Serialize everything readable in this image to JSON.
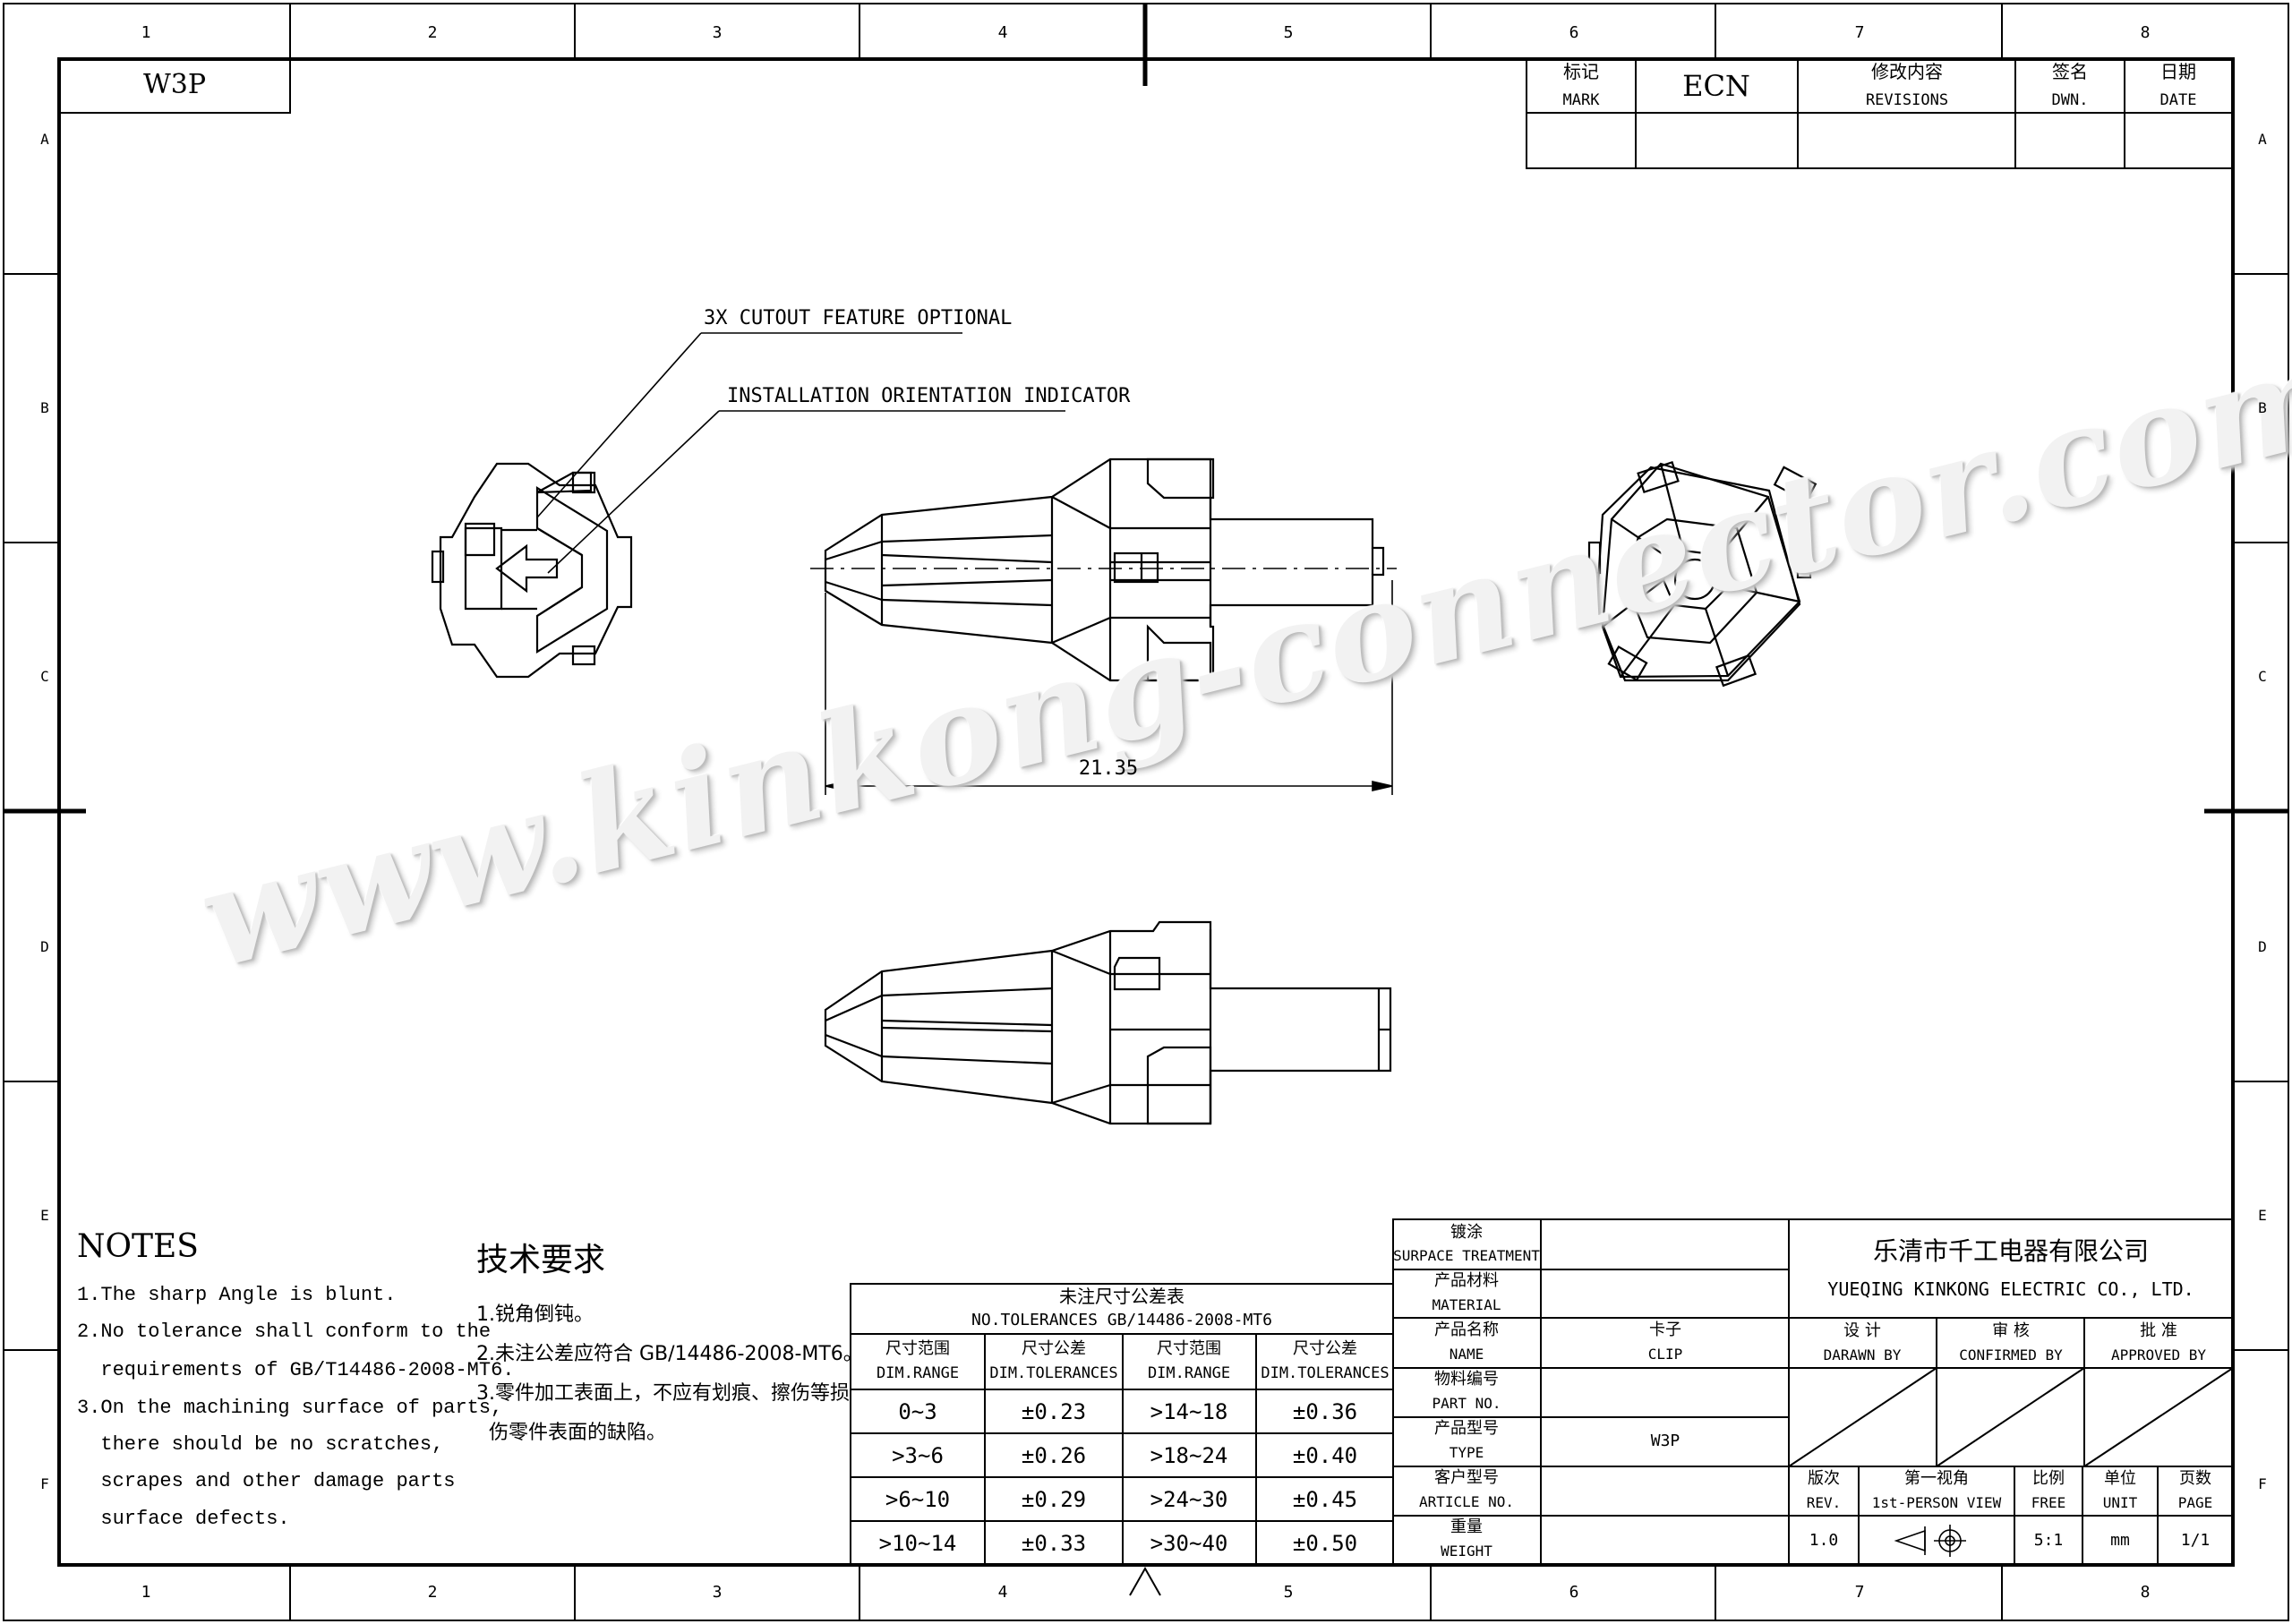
{
  "sheet": {
    "column_numbers": [
      "1",
      "2",
      "3",
      "4",
      "5",
      "6",
      "7",
      "8"
    ],
    "row_letters": [
      "A",
      "B",
      "C",
      "D",
      "E",
      "F"
    ]
  },
  "title_block_left": "W3P",
  "revision_table": {
    "mark_cn": "标记",
    "mark_en": "MARK",
    "ecn": "ECN",
    "revisions_cn": "修改内容",
    "revisions_en": "REVISIONS",
    "dwn_cn": "签名",
    "dwn_en": "DWN.",
    "date_cn": "日期",
    "date_en": "DATE"
  },
  "callouts": {
    "cutout": "3X CUTOUT FEATURE OPTIONAL",
    "orientation": "INSTALLATION ORIENTATION INDICATOR"
  },
  "dimension": "21.35",
  "watermark": "www.kinkong-connector.com",
  "notes": {
    "title": "NOTES",
    "lines": [
      "1.The sharp Angle is blunt.",
      "2.No tolerance shall conform to the",
      "  requirements of GB/T14486-2008-MT6.",
      "3.On the machining surface of parts,",
      "  there should be no scratches,",
      "  scrapes and other damage parts",
      "  surface defects."
    ]
  },
  "requirements": {
    "title": "技术要求",
    "lines": [
      "1.锐角倒钝。",
      "2.未注公差应符合 GB/14486-2008-MT6。",
      "3.零件加工表面上，不应有划痕、擦伤等损",
      "  伤零件表面的缺陷。"
    ]
  },
  "tolerance_table": {
    "title_cn": "未注尺寸公差表",
    "title_en": "NO.TOLERANCES GB/14486-2008-MT6",
    "headers": [
      {
        "cn": "尺寸范围",
        "en": "DIM.RANGE"
      },
      {
        "cn": "尺寸公差",
        "en": "DIM.TOLERANCES"
      },
      {
        "cn": "尺寸范围",
        "en": "DIM.RANGE"
      },
      {
        "cn": "尺寸公差",
        "en": "DIM.TOLERANCES"
      }
    ],
    "rows": [
      [
        "0~3",
        "±0.23",
        ">14~18",
        "±0.36"
      ],
      [
        ">3~6",
        "±0.26",
        ">18~24",
        "±0.40"
      ],
      [
        ">6~10",
        "±0.29",
        ">24~30",
        "±0.45"
      ],
      [
        ">10~14",
        "±0.33",
        ">30~40",
        "±0.50"
      ]
    ]
  },
  "title_block": {
    "labels": [
      {
        "cn": "镀涂",
        "en": "SURPACE TREATMENT",
        "value": ""
      },
      {
        "cn": "产品材料",
        "en": "MATERIAL",
        "value": ""
      },
      {
        "cn": "产品名称",
        "en": "NAME",
        "value_cn": "卡子",
        "value_en": "CLIP"
      },
      {
        "cn": "物料编号",
        "en": "PART NO.",
        "value": ""
      },
      {
        "cn": "产品型号",
        "en": "TYPE",
        "value": "W3P"
      },
      {
        "cn": "客户型号",
        "en": "ARTICLE NO.",
        "value": ""
      },
      {
        "cn": "重量",
        "en": "WEIGHT",
        "value": ""
      }
    ],
    "company_cn": "乐清市千工电器有限公司",
    "company_en": "YUEQING KINKONG ELECTRIC CO., LTD.",
    "design_cn": "设 计",
    "design_en": "DARAWN BY",
    "check_cn": "审 核",
    "check_en": "CONFIRMED BY",
    "approve_cn": "批 准",
    "approve_en": "APPROVED BY",
    "rev_cn": "版次",
    "rev_en": "REV.",
    "rev_value": "1.0",
    "view_cn": "第一视角",
    "view_en": "1st-PERSON VIEW",
    "scale_cn": "比例",
    "scale_en": "FREE",
    "scale_value": "5:1",
    "unit_cn": "单位",
    "unit_en": "UNIT",
    "unit_value": "mm",
    "page_cn": "页数",
    "page_en": "PAGE",
    "page_value": "1/1"
  }
}
